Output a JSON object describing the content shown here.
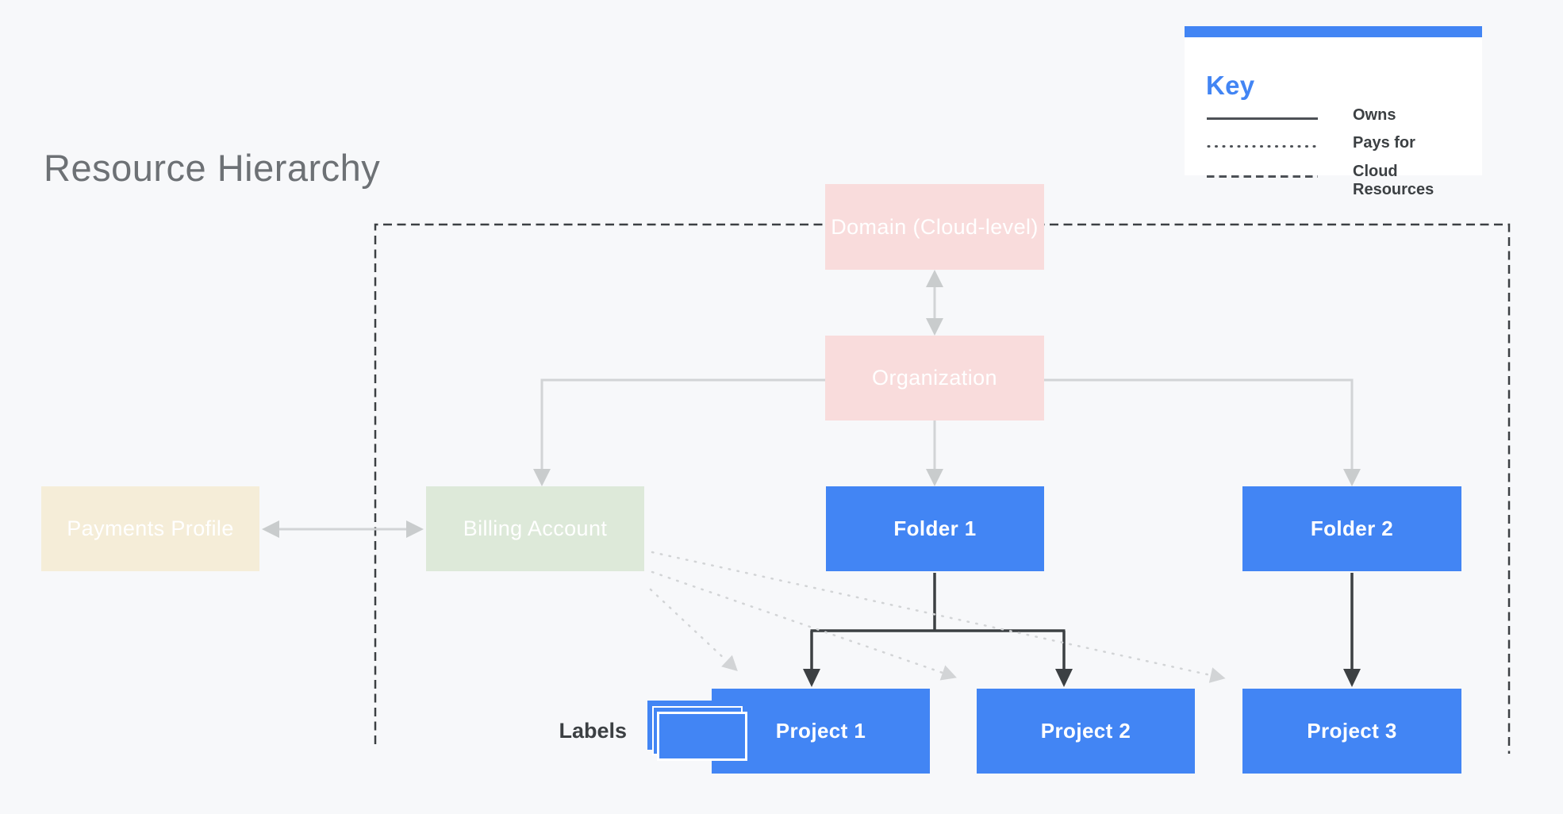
{
  "title": "Resource Hierarchy",
  "legend": {
    "title": "Key",
    "items": [
      {
        "line_style": "solid",
        "label": "Owns"
      },
      {
        "line_style": "dotted",
        "label": "Pays for"
      },
      {
        "line_style": "dashed",
        "label": "Cloud Resources"
      }
    ]
  },
  "nodes": {
    "domain": {
      "label": "Domain (Cloud-level)",
      "color": "#f9dcdc"
    },
    "organization": {
      "label": "Organization",
      "color": "#f9dcdc"
    },
    "payments_profile": {
      "label": "Payments Profile",
      "color": "#f5edd8"
    },
    "billing_account": {
      "label": "Billing Account",
      "color": "#dde9d9"
    },
    "folder1": {
      "label": "Folder 1",
      "color": "#4285f4"
    },
    "folder2": {
      "label": "Folder 2",
      "color": "#4285f4"
    },
    "project1": {
      "label": "Project 1",
      "color": "#4285f4"
    },
    "project2": {
      "label": "Project 2",
      "color": "#4285f4"
    },
    "project3": {
      "label": "Project 3",
      "color": "#4285f4"
    }
  },
  "annotations": {
    "labels_caption": "Labels"
  },
  "palette": {
    "background": "#f7f8fa",
    "accent_blue": "#4285f4",
    "pink": "#f9dcdc",
    "green": "#dde9d9",
    "cream": "#f5edd8",
    "light_gray_line": "#d2d4d6",
    "dark_line": "#3c4043",
    "title_gray": "#6d7175"
  }
}
